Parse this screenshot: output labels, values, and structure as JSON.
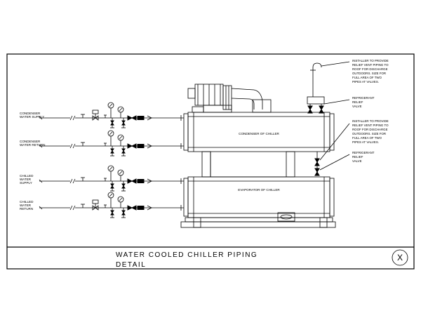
{
  "drawing": {
    "title_line1": "WATER COOLED CHILLER PIPING",
    "title_line2": "DETAIL",
    "detail_tag": "X"
  },
  "equipment": {
    "condenser": "CONDENSER OF CHILLER",
    "evaporator": "EVAPORATOR OF CHILLER"
  },
  "pipes": [
    {
      "line1": "CONDENSER",
      "line2": "WATER SUPPLY",
      "line3": ""
    },
    {
      "line1": "CONDENSER",
      "line2": "WATER RETURN",
      "line3": ""
    },
    {
      "line1": "CHILLED",
      "line2": "WATER",
      "line3": "SUPPLY"
    },
    {
      "line1": "CHILLED",
      "line2": "WATER",
      "line3": "RETURN"
    }
  ],
  "notes": {
    "vent_note_top": [
      "INSTALLER TO PROVIDE",
      "RELIEF VENT PIPING TO",
      "ROOF FOR DISCHARGE",
      "OUTDOORS. SIZE FOR",
      "FULL AREA OF TWO",
      "PIPES AT VALVES."
    ],
    "relief_valve_top": [
      "REFRIGERANT",
      "RELIEF",
      "VALVE"
    ],
    "vent_note_bottom": [
      "INSTALLER TO PROVIDE",
      "RELIEF VENT PIPING TO",
      "ROOF FOR DISCHARGE",
      "OUTDOORS. SIZE FOR",
      "FULL AREA OF TWO",
      "PIPES AT VALVES."
    ],
    "relief_valve_bottom": [
      "REFRIGERANT",
      "RELIEF",
      "VALVE"
    ]
  }
}
